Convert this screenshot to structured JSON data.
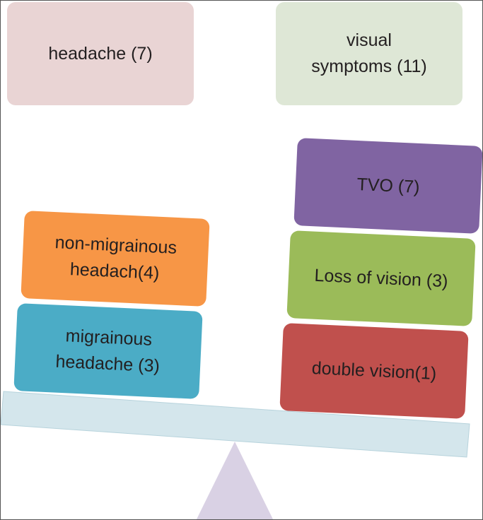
{
  "categories": {
    "headache": {
      "label": "headache (7)",
      "color": "#e9d4d4"
    },
    "visual": {
      "label": "visual\nsymptoms (11)",
      "color": "#dee7d6"
    }
  },
  "left_stack": [
    {
      "id": "nonmig",
      "label": "non-migrainous\nheadach(4)",
      "color": "#f79646"
    },
    {
      "id": "mig",
      "label": "migrainous\nheadache (3)",
      "color": "#4bacc6"
    }
  ],
  "right_stack": [
    {
      "id": "tvo",
      "label": "TVO (7)",
      "color": "#8064a2"
    },
    {
      "id": "loss",
      "label": "Loss of vision (3)",
      "color": "#9bbb59"
    },
    {
      "id": "double",
      "label": "double vision(1)",
      "color": "#c0504d"
    }
  ],
  "scale": {
    "beam_color": "#d4e6ec",
    "beam_stroke": "#b7d3dc",
    "fulcrum_color": "#d9d1e4"
  }
}
